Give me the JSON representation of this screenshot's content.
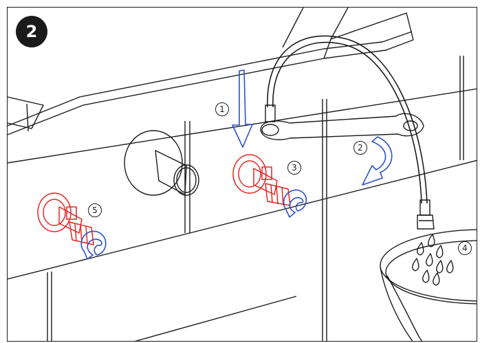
{
  "step": {
    "number": "2"
  },
  "callouts": {
    "c1": "1",
    "c2": "2",
    "c3": "3",
    "c4": "4",
    "c5": "5"
  },
  "colors": {
    "valve": "#e52421",
    "arrow": "#2b4fc9",
    "line": "#1a1a1a"
  }
}
